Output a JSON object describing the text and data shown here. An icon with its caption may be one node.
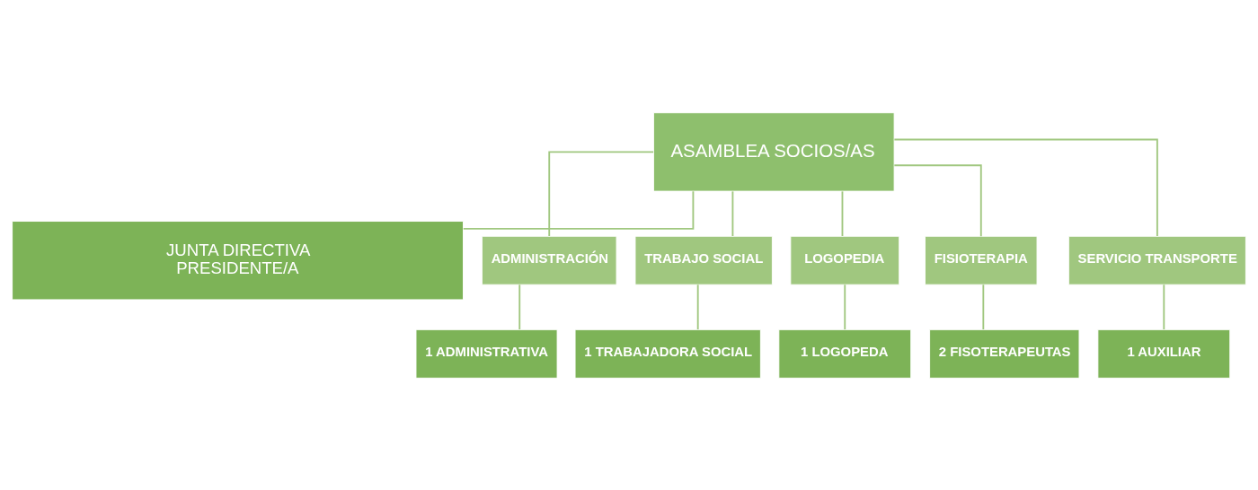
{
  "diagram": {
    "nodes": [
      {
        "text": [
          "ASAMBLEA SOCIOS/AS"
        ]
      },
      {
        "text": [
          "JUNTA DIRECTIVA",
          "PRESIDENTE/A"
        ]
      },
      {
        "text": [
          "ADMINISTRACIÓN"
        ]
      },
      {
        "text": [
          "TRABAJO SOCIAL"
        ]
      },
      {
        "text": [
          "LOGOPEDIA"
        ]
      },
      {
        "text": [
          "FISIOTERAPIA"
        ]
      },
      {
        "text": [
          "SERVICIO TRANSPORTE"
        ]
      },
      {
        "text": [
          "1 ADMINISTRATIVA"
        ]
      },
      {
        "text": [
          "1 TRABAJADORA SOCIAL"
        ]
      },
      {
        "text": [
          "1 LOGOPEDA"
        ]
      },
      {
        "text": [
          "2 FISOTERAPEUTAS"
        ]
      },
      {
        "text": [
          "1 AUXILIAR"
        ]
      }
    ],
    "edges": [
      {
        "from": 0,
        "to": 1,
        "arrow": "none"
      },
      {
        "from": 0,
        "to": 2,
        "arrow": "none"
      },
      {
        "from": 0,
        "to": 3,
        "arrow": "none"
      },
      {
        "from": 0,
        "to": 4,
        "arrow": "none"
      },
      {
        "from": 0,
        "to": 5,
        "arrow": "none"
      },
      {
        "from": 0,
        "to": 6,
        "arrow": "none"
      },
      {
        "from": 2,
        "to": 7,
        "arrow": "none"
      },
      {
        "from": 3,
        "to": 8,
        "arrow": "none"
      },
      {
        "from": 4,
        "to": 9,
        "arrow": "none"
      },
      {
        "from": 5,
        "to": 10,
        "arrow": "none"
      },
      {
        "from": 6,
        "to": 11,
        "arrow": "none"
      }
    ]
  }
}
